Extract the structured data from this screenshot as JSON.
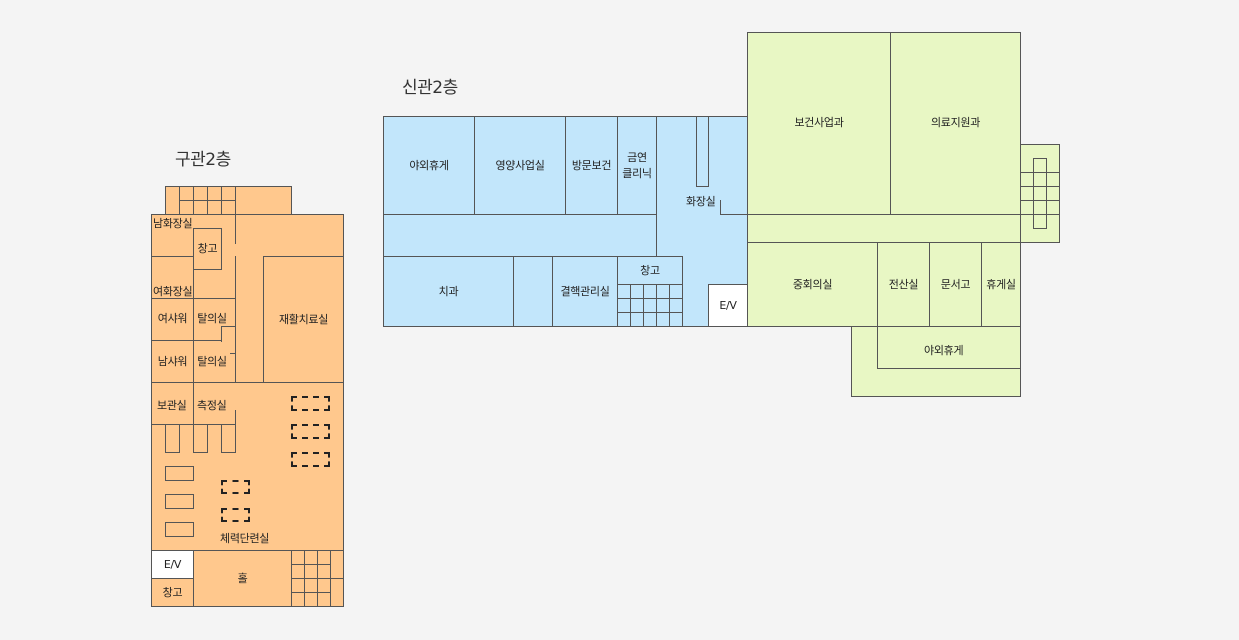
{
  "titles": {
    "old": "구관2층",
    "new": "신관2층"
  },
  "colors": {
    "old_building": "#ffc88d",
    "new_building_blue": "#c2e6fb",
    "new_building_green": "#e8f7c4",
    "background": "#f4f4f4"
  },
  "old_building": {
    "mens_restroom": "남화장실",
    "storage_upper": "창고",
    "womens_restroom": "여화장실",
    "rehab_room": "재활치료실",
    "womens_shower": "여샤워",
    "dressing_room_1": "탈의실",
    "mens_shower": "남샤워",
    "dressing_room_2": "탈의실",
    "storage_room": "보관실",
    "measurement_room": "측정실",
    "fitness_room": "체력단련실",
    "elevator": "E/V",
    "storage_lower": "창고",
    "hall": "홀"
  },
  "new_building": {
    "outdoor_lounge_top": "야외휴게",
    "nutrition_office": "영양사업실",
    "visiting_health": "방문보건",
    "smoking_clinic": "금연\n클리닉",
    "restroom": "화장실",
    "health_project_dept": "보건사업과",
    "medical_support_dept": "의료지원과",
    "dental": "치과",
    "tb_management": "결핵관리실",
    "storage": "창고",
    "elevator": "E/V",
    "meeting_room": "중회의실",
    "computer_room": "전산실",
    "archive": "문서고",
    "lounge": "휴게실",
    "outdoor_lounge_bottom": "야외휴게"
  }
}
